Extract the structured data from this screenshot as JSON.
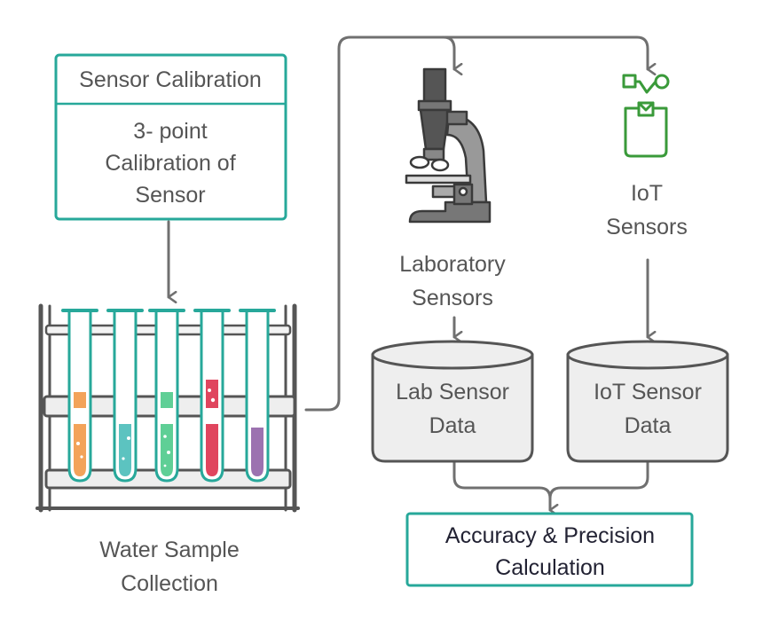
{
  "calibration_box": {
    "title": "Sensor Calibration",
    "body_lines": [
      "3- point",
      "Calibration of",
      "Sensor"
    ]
  },
  "water_sample": {
    "lines": [
      "Water Sample",
      "Collection"
    ]
  },
  "lab_sensors": {
    "lines": [
      "Laboratory",
      "Sensors"
    ]
  },
  "iot_sensors": {
    "lines": [
      "IoT",
      "Sensors"
    ]
  },
  "lab_data": {
    "lines": [
      "Lab Sensor",
      "Data"
    ]
  },
  "iot_data": {
    "lines": [
      "IoT Sensor",
      "Data"
    ]
  },
  "result_box": {
    "lines": [
      "Accuracy & Precision",
      "Calculation"
    ]
  },
  "colors": {
    "teal": "#27a89a",
    "gray": "#707070",
    "iot_green": "#3a9a3a",
    "tubes": [
      "#f3a35a",
      "#5cc3c0",
      "#5fcf96",
      "#e0455e",
      "#9c72b0"
    ]
  }
}
